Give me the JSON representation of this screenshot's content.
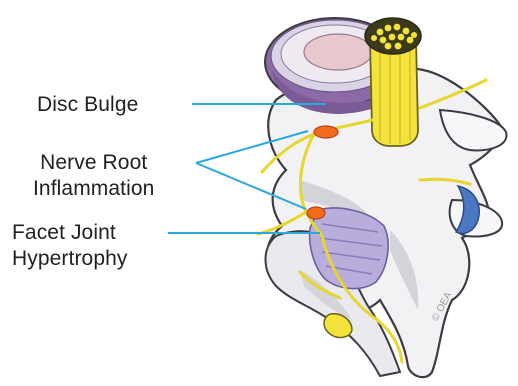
{
  "labels": {
    "disc_bulge": "Disc Bulge",
    "nerve_root_line1": "Nerve Root",
    "nerve_root_line2": "Inflammation",
    "facet_line1": "Facet Joint",
    "facet_line2": "Hypertrophy"
  },
  "copyright": "© OEA",
  "colors": {
    "leader_line": "#29a8e0",
    "bone": "#f2f2f4",
    "bone_shade": "#b9bac3",
    "nerve": "#f3e33a",
    "disc": "#8d6aa6",
    "disc_inner": "#e8c8cf",
    "inflammation": "#f26b1d",
    "facet": "#b9aedb",
    "ligament": "#4a78c2"
  }
}
